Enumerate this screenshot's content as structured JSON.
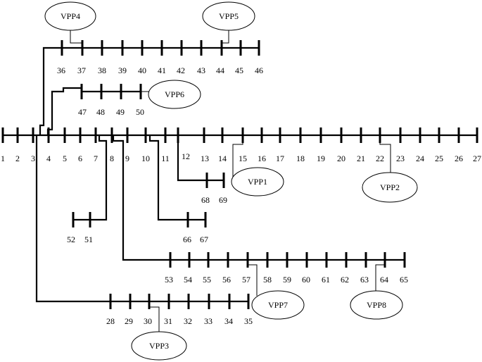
{
  "main_feeder": {
    "buses": [
      "1",
      "2",
      "3",
      "4",
      "5",
      "6",
      "7",
      "8",
      "9",
      "10",
      "11",
      "12",
      "13",
      "14",
      "15",
      "16",
      "17",
      "18",
      "19",
      "20",
      "21",
      "22",
      "23",
      "24",
      "25",
      "26",
      "27"
    ]
  },
  "branches": {
    "b36": {
      "buses": [
        "36",
        "37",
        "38",
        "39",
        "40",
        "41",
        "42",
        "43",
        "44",
        "45",
        "46"
      ]
    },
    "b47": {
      "buses": [
        "47",
        "48",
        "49",
        "50"
      ]
    },
    "b68": {
      "buses": [
        "68",
        "69"
      ]
    },
    "b51": {
      "buses": [
        "52",
        "51"
      ]
    },
    "b66": {
      "buses": [
        "66",
        "67"
      ]
    },
    "b53": {
      "buses": [
        "53",
        "54",
        "55",
        "56",
        "57",
        "58",
        "59",
        "60",
        "61",
        "62",
        "63",
        "64",
        "65"
      ]
    },
    "b28": {
      "buses": [
        "28",
        "29",
        "30",
        "31",
        "32",
        "33",
        "34",
        "35"
      ]
    }
  },
  "vpps": {
    "vpp1": "VPP1",
    "vpp2": "VPP2",
    "vpp3": "VPP3",
    "vpp4": "VPP4",
    "vpp5": "VPP5",
    "vpp6": "VPP6",
    "vpp7": "VPP7",
    "vpp8": "VPP8"
  }
}
